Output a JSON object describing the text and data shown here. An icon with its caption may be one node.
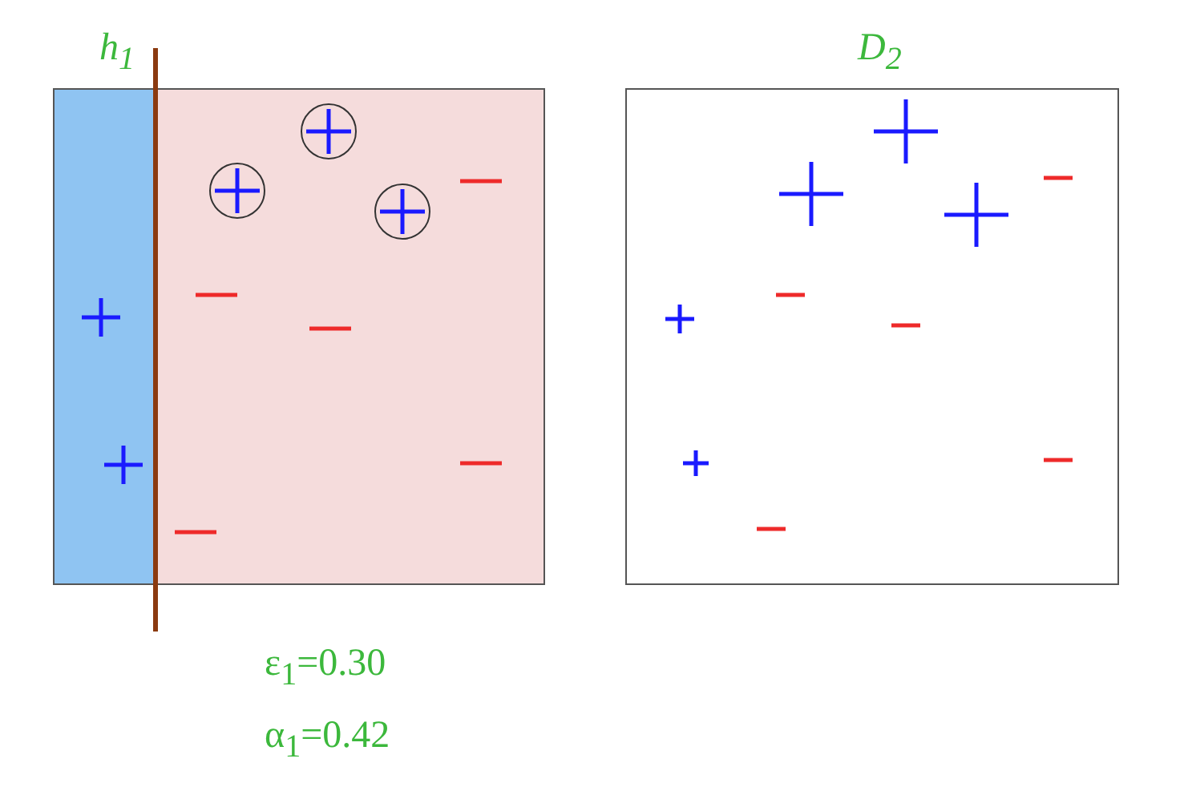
{
  "diagram": {
    "nodes": [
      {
        "text": [],
        "shape": "box"
      },
      {
        "text": [
          "D$_{2}$"
        ]
      }
    ],
    "labels": [
      "h$_{1}$",
      "ε$_{1}$=0.30",
      "α$_{1}$=0.42"
    ]
  }
}
